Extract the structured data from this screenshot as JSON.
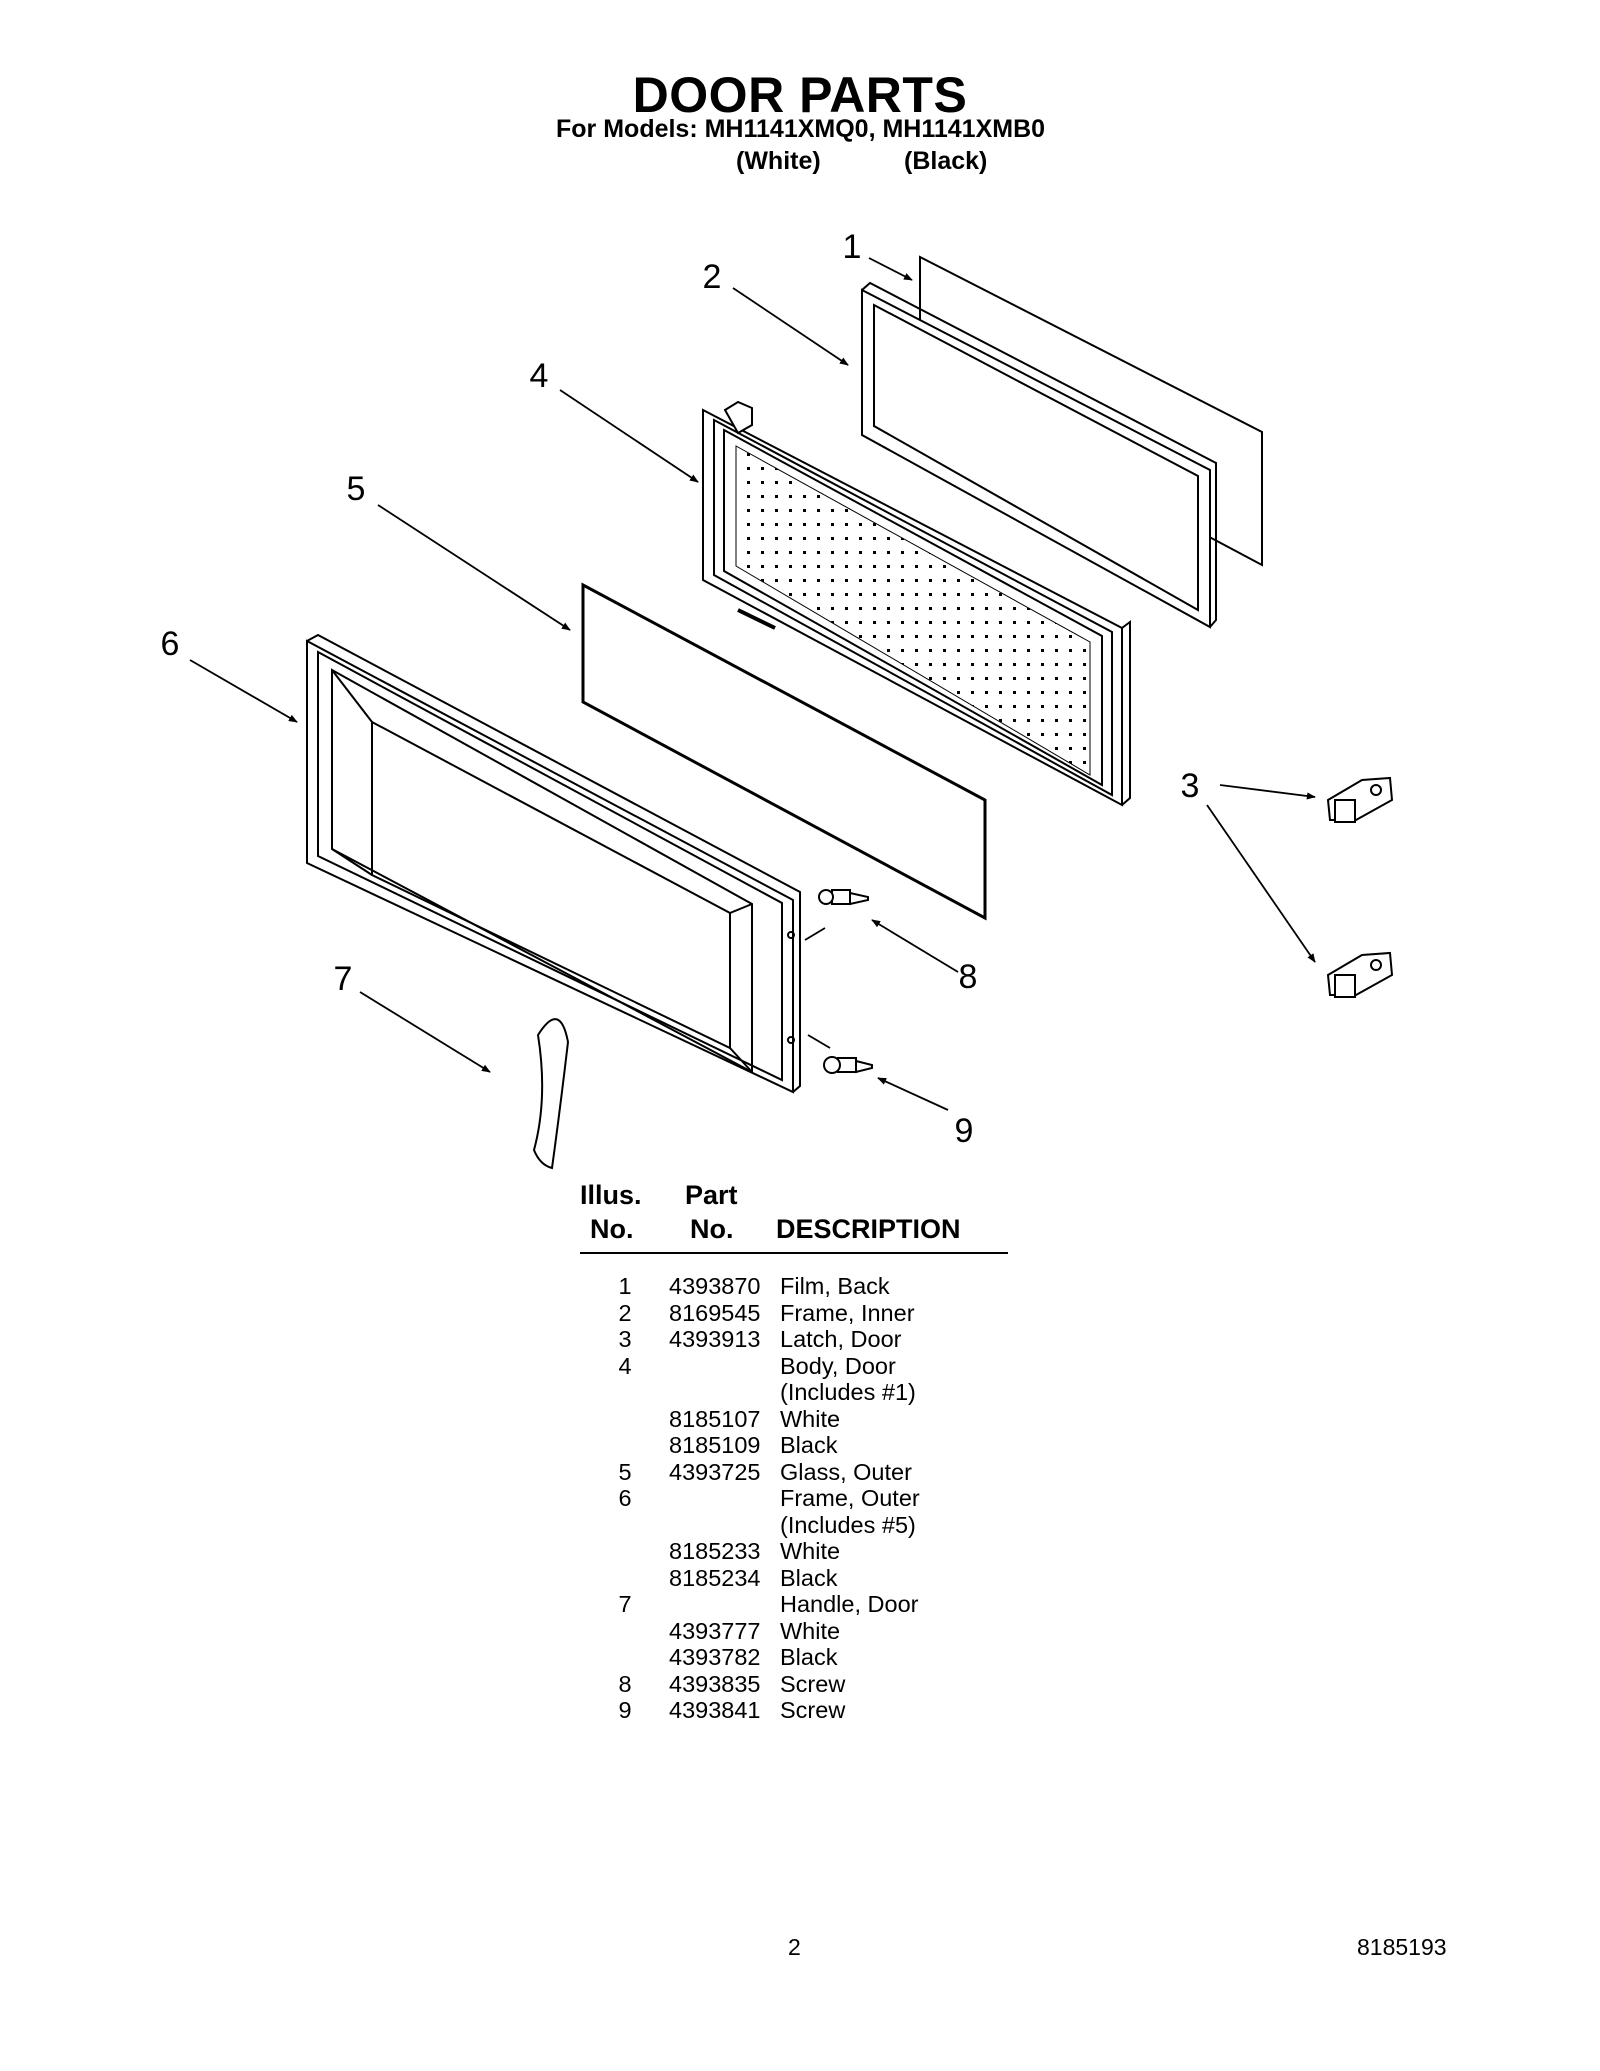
{
  "page": {
    "title": "DOOR PARTS",
    "models_line": "For Models: MH1141XMQ0, MH1141XMB0",
    "variant_white": "(White)",
    "variant_black": "(Black)"
  },
  "diagram": {
    "callouts": [
      "1",
      "2",
      "3",
      "4",
      "5",
      "6",
      "7",
      "8",
      "9"
    ]
  },
  "table": {
    "headers": {
      "illus_top": "Illus.",
      "illus_bottom": "No.",
      "part_top": "Part",
      "part_bottom": "No.",
      "description": "DESCRIPTION"
    },
    "rows": [
      {
        "no": "1",
        "part": "4393870",
        "desc": "Film, Back"
      },
      {
        "no": "2",
        "part": "8169545",
        "desc": "Frame, Inner"
      },
      {
        "no": "3",
        "part": "4393913",
        "desc": "Latch, Door"
      },
      {
        "no": "4",
        "part": "",
        "desc": "Body, Door"
      },
      {
        "no": "",
        "part": "",
        "desc": "(Includes #1)"
      },
      {
        "no": "",
        "part": "8185107",
        "desc": "White"
      },
      {
        "no": "",
        "part": "8185109",
        "desc": "Black"
      },
      {
        "no": "5",
        "part": "4393725",
        "desc": "Glass, Outer"
      },
      {
        "no": "6",
        "part": "",
        "desc": "Frame, Outer"
      },
      {
        "no": "",
        "part": "",
        "desc": "(Includes #5)"
      },
      {
        "no": "",
        "part": "8185233",
        "desc": "White"
      },
      {
        "no": "",
        "part": "8185234",
        "desc": "Black"
      },
      {
        "no": "7",
        "part": "",
        "desc": "Handle, Door"
      },
      {
        "no": "",
        "part": "4393777",
        "desc": "White"
      },
      {
        "no": "",
        "part": "4393782",
        "desc": "Black"
      },
      {
        "no": "8",
        "part": "4393835",
        "desc": "Screw"
      },
      {
        "no": "9",
        "part": "4393841",
        "desc": "Screw"
      }
    ]
  },
  "footer": {
    "page_number": "2",
    "doc_number": "8185193"
  }
}
